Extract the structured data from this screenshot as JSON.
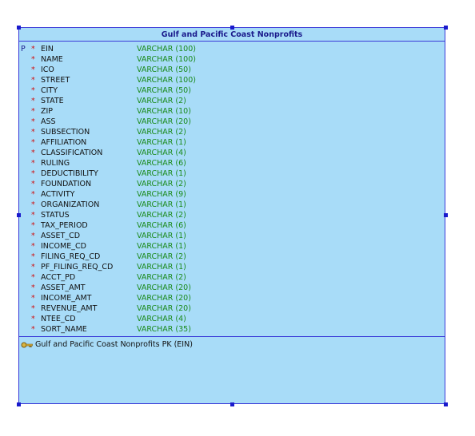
{
  "entity": {
    "title": "Gulf and Pacific Coast Nonprofits",
    "columns": [
      {
        "pk": "P",
        "req": "*",
        "name": "EIN",
        "type": "VARCHAR (100)"
      },
      {
        "pk": "",
        "req": "*",
        "name": "NAME",
        "type": "VARCHAR (100)"
      },
      {
        "pk": "",
        "req": "*",
        "name": "ICO",
        "type": "VARCHAR (50)"
      },
      {
        "pk": "",
        "req": "*",
        "name": "STREET",
        "type": "VARCHAR (100)"
      },
      {
        "pk": "",
        "req": "*",
        "name": "CITY",
        "type": "VARCHAR (50)"
      },
      {
        "pk": "",
        "req": "*",
        "name": "STATE",
        "type": "VARCHAR (2)"
      },
      {
        "pk": "",
        "req": "*",
        "name": "ZIP",
        "type": "VARCHAR (10)"
      },
      {
        "pk": "",
        "req": "*",
        "name": "ASS",
        "type": "VARCHAR (20)"
      },
      {
        "pk": "",
        "req": "*",
        "name": "SUBSECTION",
        "type": "VARCHAR (2)"
      },
      {
        "pk": "",
        "req": "*",
        "name": "AFFILIATION",
        "type": "VARCHAR (1)"
      },
      {
        "pk": "",
        "req": "*",
        "name": "CLASSIFICATION",
        "type": "VARCHAR (4)"
      },
      {
        "pk": "",
        "req": "*",
        "name": "RULING",
        "type": "VARCHAR (6)"
      },
      {
        "pk": "",
        "req": "*",
        "name": "DEDUCTIBILITY",
        "type": "VARCHAR (1)"
      },
      {
        "pk": "",
        "req": "*",
        "name": "FOUNDATION",
        "type": "VARCHAR (2)"
      },
      {
        "pk": "",
        "req": "*",
        "name": "ACTIVITY",
        "type": "VARCHAR (9)"
      },
      {
        "pk": "",
        "req": "*",
        "name": "ORGANIZATION",
        "type": "VARCHAR (1)"
      },
      {
        "pk": "",
        "req": "*",
        "name": "STATUS",
        "type": "VARCHAR (2)"
      },
      {
        "pk": "",
        "req": "*",
        "name": "TAX_PERIOD",
        "type": "VARCHAR (6)"
      },
      {
        "pk": "",
        "req": "*",
        "name": "ASSET_CD",
        "type": "VARCHAR (1)"
      },
      {
        "pk": "",
        "req": "*",
        "name": "INCOME_CD",
        "type": "VARCHAR (1)"
      },
      {
        "pk": "",
        "req": "*",
        "name": "FILING_REQ_CD",
        "type": "VARCHAR (2)"
      },
      {
        "pk": "",
        "req": "*",
        "name": "PF_FILING_REQ_CD",
        "type": "VARCHAR (1)"
      },
      {
        "pk": "",
        "req": "*",
        "name": "ACCT_PD",
        "type": "VARCHAR (2)"
      },
      {
        "pk": "",
        "req": "*",
        "name": "ASSET_AMT",
        "type": "VARCHAR (20)"
      },
      {
        "pk": "",
        "req": "*",
        "name": "INCOME_AMT",
        "type": "VARCHAR (20)"
      },
      {
        "pk": "",
        "req": "*",
        "name": "REVENUE_AMT",
        "type": "VARCHAR (20)"
      },
      {
        "pk": "",
        "req": "*",
        "name": "NTEE_CD",
        "type": "VARCHAR (4)"
      },
      {
        "pk": "",
        "req": "*",
        "name": "SORT_NAME",
        "type": "VARCHAR (35)"
      }
    ],
    "constraint": {
      "icon": "key-icon",
      "label": "Gulf and Pacific Coast Nonprofits PK (EIN)"
    },
    "colors": {
      "fill": "#a8dcf8",
      "border": "#3a3ad8",
      "type": "#1a8a1a",
      "required": "#d01010",
      "selection_handle": "#1a1acc"
    }
  }
}
